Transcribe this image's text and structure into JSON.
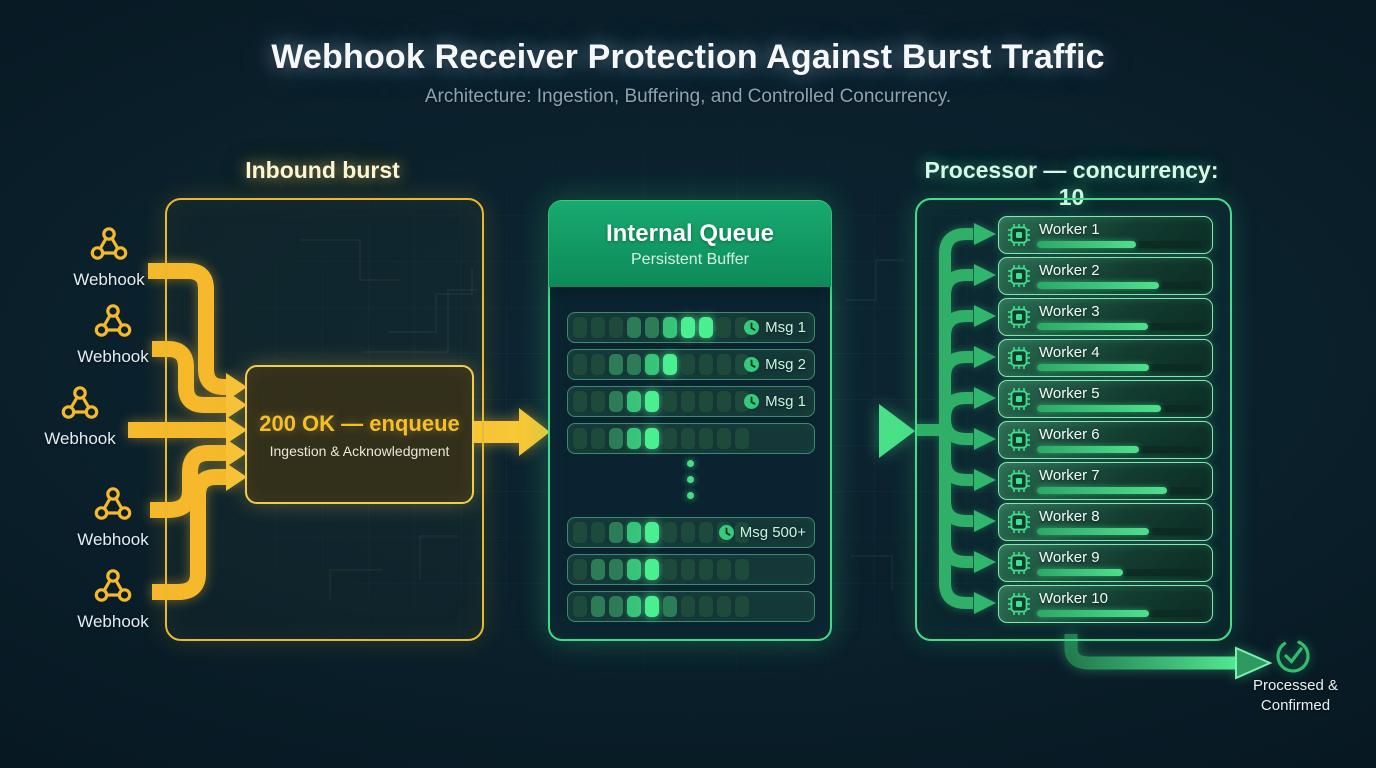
{
  "header": {
    "title": "Webhook Receiver Protection Against Burst Traffic",
    "subtitle": "Architecture: Ingestion, Buffering, and Controlled Concurrency."
  },
  "inbound": {
    "label": "Inbound burst",
    "sources": [
      {
        "label": "Webhook"
      },
      {
        "label": "Webhook"
      },
      {
        "label": "Webhook"
      },
      {
        "label": "Webhook"
      },
      {
        "label": "Webhook"
      }
    ],
    "ack": {
      "title": "200 OK — enqueue",
      "subtitle": "Ingestion & Acknowledgment"
    }
  },
  "queue": {
    "title": "Internal Queue",
    "subtitle": "Persistent Buffer",
    "rows": [
      {
        "type": "msg",
        "label": "Msg 1",
        "segments": [
          0,
          0,
          0,
          1,
          1,
          2,
          3,
          3,
          0,
          0
        ]
      },
      {
        "type": "msg",
        "label": "Msg 2",
        "segments": [
          0,
          0,
          1,
          1,
          2,
          3,
          0,
          0,
          0,
          0
        ]
      },
      {
        "type": "msg",
        "label": "Msg 1",
        "segments": [
          0,
          0,
          1,
          2,
          3,
          0,
          0,
          0,
          0,
          0
        ]
      },
      {
        "type": "msg",
        "label": null,
        "segments": [
          0,
          0,
          1,
          2,
          3,
          0,
          0,
          0,
          0,
          0
        ]
      },
      {
        "type": "ellipsis"
      },
      {
        "type": "msg",
        "label": "Msg 500+",
        "segments": [
          0,
          0,
          1,
          2,
          3,
          0,
          0,
          0,
          0,
          0
        ]
      },
      {
        "type": "msg",
        "label": null,
        "segments": [
          0,
          1,
          1,
          2,
          3,
          0,
          0,
          0,
          0,
          0
        ]
      },
      {
        "type": "msg",
        "label": null,
        "segments": [
          0,
          1,
          1,
          2,
          3,
          1,
          0,
          0,
          0,
          0
        ]
      }
    ]
  },
  "processor": {
    "title": "Processor — concurrency: 10",
    "workers": [
      {
        "label": "Worker 1",
        "load_pct": 60
      },
      {
        "label": "Worker 2",
        "load_pct": 74
      },
      {
        "label": "Worker 3",
        "load_pct": 67
      },
      {
        "label": "Worker 4",
        "load_pct": 68
      },
      {
        "label": "Worker 5",
        "load_pct": 75
      },
      {
        "label": "Worker 6",
        "load_pct": 62
      },
      {
        "label": "Worker 7",
        "load_pct": 79
      },
      {
        "label": "Worker 8",
        "load_pct": 68
      },
      {
        "label": "Worker 9",
        "load_pct": 52
      },
      {
        "label": "Worker 10",
        "load_pct": 68
      }
    ]
  },
  "output": {
    "label": "Processed & Confirmed"
  },
  "colors": {
    "amber": "#f5b92b",
    "amber_bright": "#f9c94b",
    "green": "#2fae66",
    "green_bright": "#47ec8e",
    "segment_levels": [
      "#1d4a3b",
      "#2c7c58",
      "#38c478",
      "#4af08f"
    ]
  }
}
